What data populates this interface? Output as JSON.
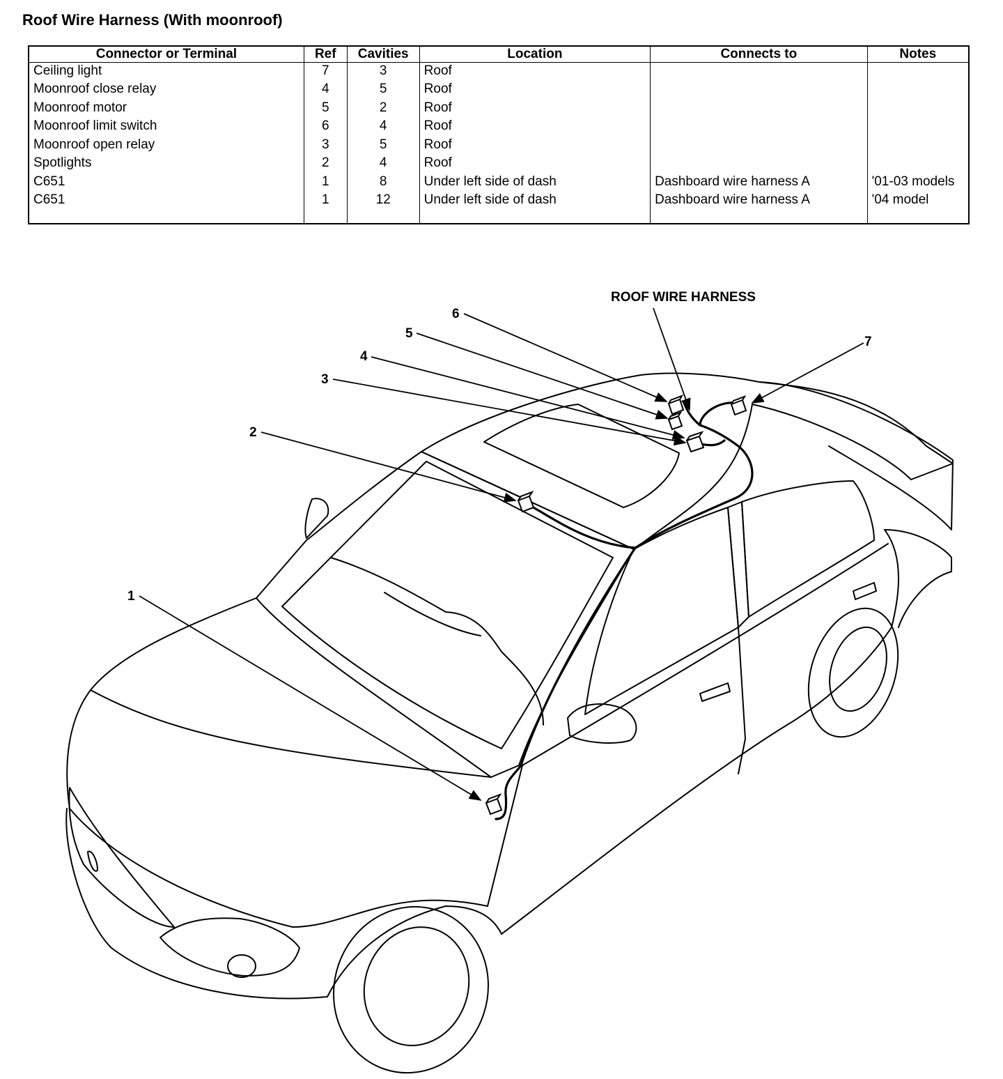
{
  "title": "Roof Wire Harness (With moonroof)",
  "table": {
    "headers": [
      "Connector or Terminal",
      "Ref",
      "Cavities",
      "Location",
      "Connects to",
      "Notes"
    ],
    "rows": [
      [
        "Ceiling light",
        "7",
        "3",
        "Roof",
        "",
        ""
      ],
      [
        "Moonroof close relay",
        "4",
        "5",
        "Roof",
        "",
        ""
      ],
      [
        "Moonroof motor",
        "5",
        "2",
        "Roof",
        "",
        ""
      ],
      [
        "Moonroof limit switch",
        "6",
        "4",
        "Roof",
        "",
        ""
      ],
      [
        "Moonroof open relay",
        "3",
        "5",
        "Roof",
        "",
        ""
      ],
      [
        "Spotlights",
        "2",
        "4",
        "Roof",
        "",
        ""
      ],
      [
        "C651",
        "1",
        "8",
        "Under left side of dash",
        "Dashboard wire harness A",
        "'01-03 models"
      ],
      [
        "C651",
        "1",
        "12",
        "Under left side of dash",
        "Dashboard wire harness A",
        "'04 model"
      ]
    ]
  },
  "diagram": {
    "harness_label": "ROOF WIRE HARNESS",
    "callouts": [
      "1",
      "2",
      "3",
      "4",
      "5",
      "6",
      "7"
    ]
  }
}
